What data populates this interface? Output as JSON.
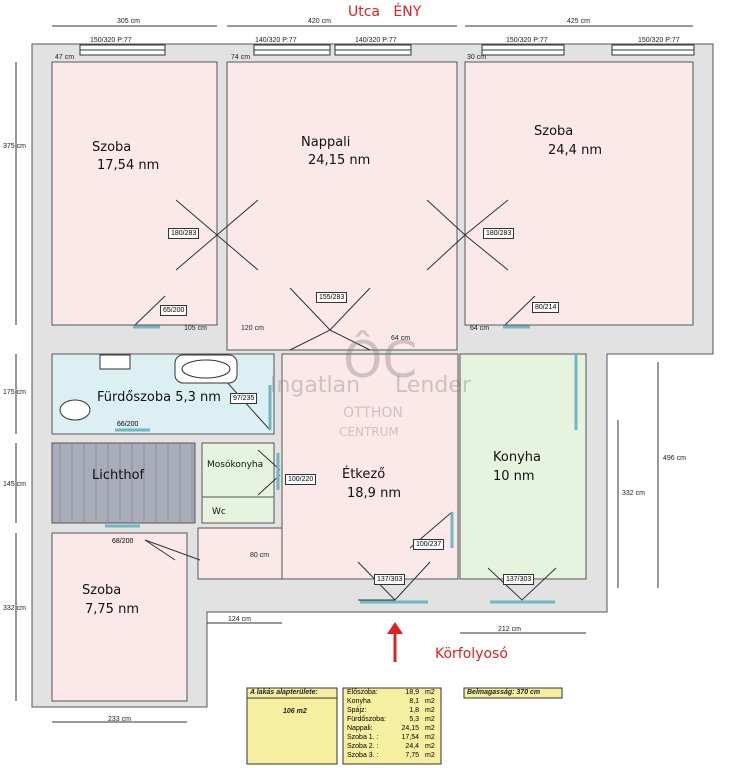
{
  "header": {
    "street": "Utca",
    "direction": "ÉNY"
  },
  "footer": {
    "corridor": "Körfolyosó"
  },
  "rooms": {
    "szoba1": {
      "name": "Szoba",
      "area": "17,54 nm"
    },
    "nappali": {
      "name": "Nappali",
      "area": "24,15 nm"
    },
    "szoba2": {
      "name": "Szoba",
      "area": "24,4 nm"
    },
    "furdo": {
      "name": "Fürdőszoba 5,3 nm"
    },
    "lichthof": {
      "name": "Lichthof"
    },
    "mosokonyha": {
      "name": "Mosókonyha"
    },
    "wc": {
      "name": "Wc"
    },
    "etkezo": {
      "name": "Étkező",
      "area": "18,9 nm"
    },
    "konyha": {
      "name": "Konyha",
      "area": "10 nm"
    },
    "szoba3": {
      "name": "Szoba",
      "area": "7,75 nm"
    }
  },
  "dimensions": {
    "top1": "305 cm",
    "top2": "420 cm",
    "top3": "425 cm",
    "left1": "375 cm",
    "left2": "175 cm",
    "left3": "145 cm",
    "left4": "332 cm",
    "right_outer": "496 cm",
    "right_inner": "332 cm",
    "bottom1": "233 cm",
    "bottom2": "124 cm",
    "bottom3": "212 cm",
    "w47": "47 cm",
    "w74": "74 cm",
    "w30": "30 cm",
    "w105": "105 cm",
    "w120": "120 cm",
    "w64a": "64 cm",
    "w64b": "64 cm",
    "w80": "80 cm"
  },
  "windows": {
    "win1": "150/320 P:77",
    "win2": "140/320 P:77",
    "win3": "140/320 P:77",
    "win4": "150/320 P:77",
    "win5": "150/320 P:77"
  },
  "doors": {
    "d1": "180/283",
    "d2": "180/283",
    "d3": "155/283",
    "d4": "65/200",
    "d5": "80/214",
    "d6": "97/235",
    "d7": "66/200",
    "d8": "100/220",
    "d9": "68/200",
    "d10": "100/237",
    "d11": "137/303",
    "d12": "137/303"
  },
  "watermark": {
    "brand_left": "Ingatlan",
    "brand_right": "Lender",
    "logo": "ÔC",
    "line1": "OTTHON",
    "line2": "CENTRUM"
  },
  "area_table": {
    "title": "A lakás alapterülete:",
    "total": "106 m2",
    "height_label": "Belmagasság: 370 cm",
    "rows": [
      {
        "name": "Előszoba:",
        "value": "18,9",
        "unit": "m2"
      },
      {
        "name": "Konyha",
        "value": "8,1",
        "unit": "m2"
      },
      {
        "name": "Spájz:",
        "value": "1,8",
        "unit": "m2"
      },
      {
        "name": "Fürdőszoba:",
        "value": "5,3",
        "unit": "m2"
      },
      {
        "name": "Nappali:",
        "value": "24,15",
        "unit": "m2"
      },
      {
        "name": "Szoba 1. :",
        "value": "17,54",
        "unit": "m2"
      },
      {
        "name": "Szoba 2. :",
        "value": "24,4",
        "unit": "m2"
      },
      {
        "name": "Szoba 3. :",
        "value": "7,75",
        "unit": "m2"
      }
    ]
  }
}
